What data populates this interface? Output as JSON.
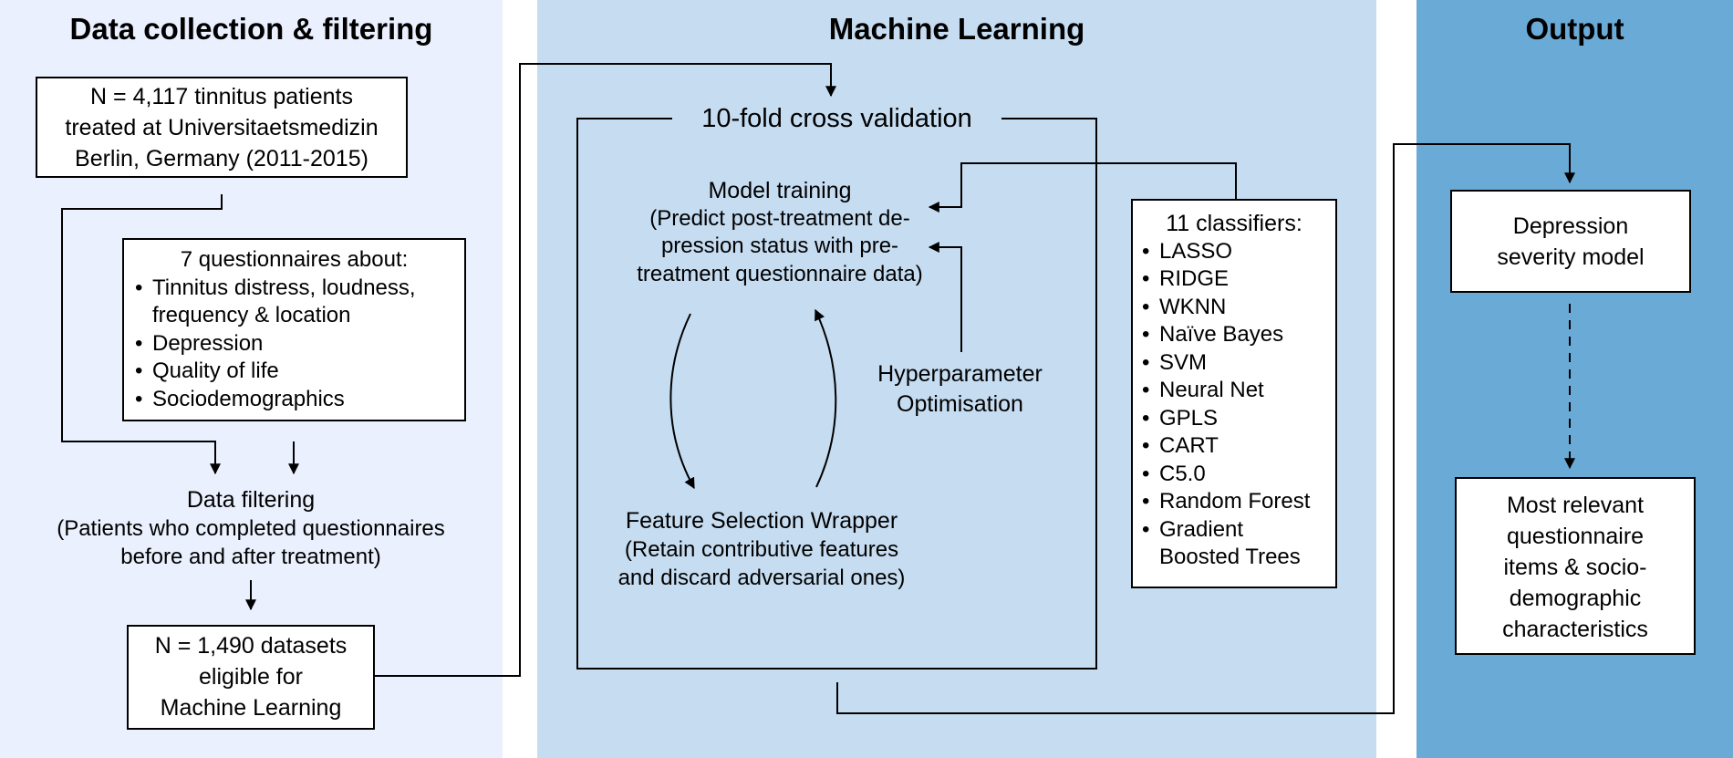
{
  "colors": {
    "panel_data": "#eaf0fd",
    "panel_ml": "#c6dcf1",
    "panel_output": "#69aad7",
    "stroke": "#000000",
    "box_fill": "#ffffff"
  },
  "sections": {
    "data": {
      "title": "Data collection & filtering"
    },
    "ml": {
      "title": "Machine Learning"
    },
    "output": {
      "title": "Output"
    }
  },
  "data_section": {
    "patients_box": {
      "lines": [
        "N = 4,117 tinnitus patients",
        "treated at Universitaetsmedizin",
        "Berlin, Germany (2011-2015)"
      ]
    },
    "questionnaires_box": {
      "title": "7 questionnaires about:",
      "items": [
        "Tinnitus distress, loudness,",
        "frequency & location",
        "Depression",
        "Quality of life",
        "Sociodemographics"
      ]
    },
    "filtering": {
      "title": "Data filtering",
      "lines": [
        "(Patients who completed questionnaires",
        "before and after treatment)"
      ]
    },
    "datasets_box": {
      "lines": [
        "N = 1,490 datasets",
        "eligible for",
        "Machine Learning"
      ]
    }
  },
  "ml_section": {
    "cv_label": "10-fold cross validation",
    "model_training": {
      "title": "Model training",
      "lines": [
        "(Predict post-treatment de-",
        "pression status with pre-",
        "treatment questionnaire data)"
      ]
    },
    "feature_selection": {
      "title": "Feature Selection Wrapper",
      "lines": [
        "(Retain contributive features",
        "and discard adversarial ones)"
      ]
    },
    "hyperparameter": {
      "lines": [
        "Hyperparameter",
        "Optimisation"
      ]
    },
    "classifiers_box": {
      "title": "11 classifiers:",
      "items": [
        "LASSO",
        "RIDGE",
        "WKNN",
        "Naïve Bayes",
        "SVM",
        "Neural Net",
        "GPLS",
        "CART",
        "C5.0",
        "Random Forest",
        "Gradient",
        "Boosted Trees"
      ]
    }
  },
  "output_section": {
    "model_box": {
      "lines": [
        "Depression",
        "severity model"
      ]
    },
    "relevant_box": {
      "lines": [
        "Most relevant",
        "questionnaire",
        "items & socio-",
        "demographic",
        "characteristics"
      ]
    }
  }
}
